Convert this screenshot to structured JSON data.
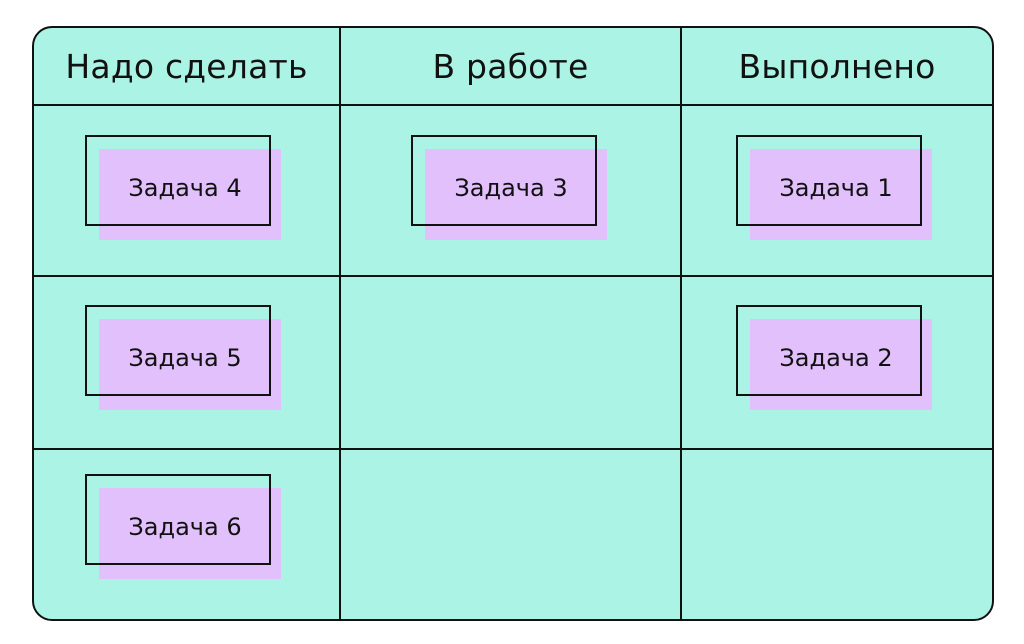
{
  "board": {
    "columns": [
      "Надо сделать",
      "В работе",
      "Выполнено"
    ],
    "background_color": "#abf4e5",
    "card_color": "#e2c0fb",
    "line_color": "#111111"
  },
  "cards": {
    "task4": "Задача 4",
    "task3": "Задача 3",
    "task1": "Задача 1",
    "task5": "Задача 5",
    "task2": "Задача 2",
    "task6": "Задача 6"
  }
}
